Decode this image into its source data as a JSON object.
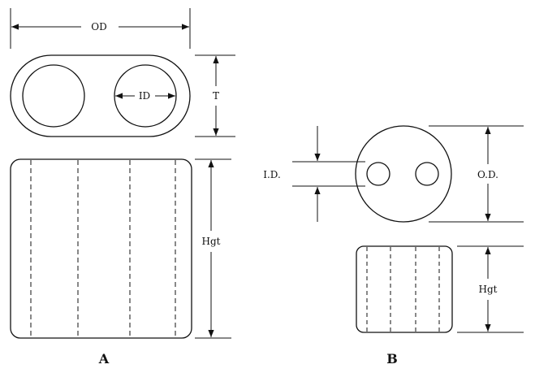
{
  "figure_a": {
    "caption": "A",
    "od_label": "OD",
    "id_label": "ID",
    "t_label": "T",
    "hgt_label": "Hgt"
  },
  "figure_b": {
    "caption": "B",
    "id_label": "I.D.",
    "od_label": "O.D.",
    "hgt_label": "Hgt"
  },
  "colors": {
    "stroke": "#111111",
    "background": "#ffffff"
  }
}
